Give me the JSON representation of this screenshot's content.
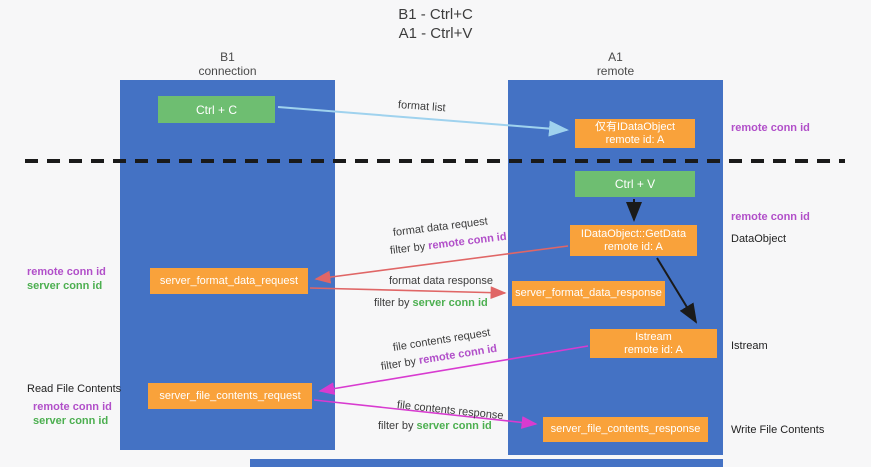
{
  "title": {
    "line1": "B1 - Ctrl+C",
    "line2": "A1 - Ctrl+V"
  },
  "columns": {
    "left": {
      "name": "B1",
      "role": "connection"
    },
    "right": {
      "name": "A1",
      "role": "remote"
    }
  },
  "boxes": {
    "ctrl_c": {
      "label": "Ctrl + C"
    },
    "ctrl_v": {
      "label": "Ctrl + V"
    },
    "idataobject_proxy": {
      "line1": "仅有IDataObject",
      "line2": "remote id: A"
    },
    "getdata": {
      "line1": "IDataObject::GetData",
      "line2": "remote id: A"
    },
    "istream": {
      "line1": "Istream",
      "line2": "remote id: A"
    },
    "server_format_data_request": {
      "label": "server_format_data_request"
    },
    "server_format_data_response": {
      "label": "server_format_data_response"
    },
    "server_file_contents_request": {
      "label": "server_file_contents_request"
    },
    "server_file_contents_response": {
      "label": "server_file_contents_response"
    }
  },
  "arrow_labels": {
    "format_list": "format list",
    "format_data_request": "format data request",
    "format_data_response": "format data response",
    "file_contents_request": "file contents request",
    "file_contents_response": "file contents response",
    "filter_by": "filter by",
    "remote_conn_id": "remote conn id",
    "server_conn_id": "server conn id"
  },
  "annotations": {
    "left_remote_conn_id_1": "remote conn id",
    "left_server_conn_id_1": "server conn id",
    "read_file_contents": "Read File Contents",
    "left_remote_conn_id_2": "remote conn id",
    "left_server_conn_id_2": "server conn id",
    "right_remote_conn_id_1": "remote conn id",
    "right_remote_conn_id_2": "remote conn id",
    "dataobject": "DataObject",
    "istream": "Istream",
    "write_file_contents": "Write File Contents"
  },
  "colors": {
    "lifeline_blue": "#4472c4",
    "box_green": "#6ebe71",
    "box_orange": "#f9a23b",
    "purple_text": "#b14fc9",
    "green_text": "#4caf50",
    "arrow_red": "#e06666",
    "arrow_magenta": "#d83bd0",
    "arrow_light_blue": "#9fd2ee",
    "arrow_black": "#1a1a1a"
  }
}
